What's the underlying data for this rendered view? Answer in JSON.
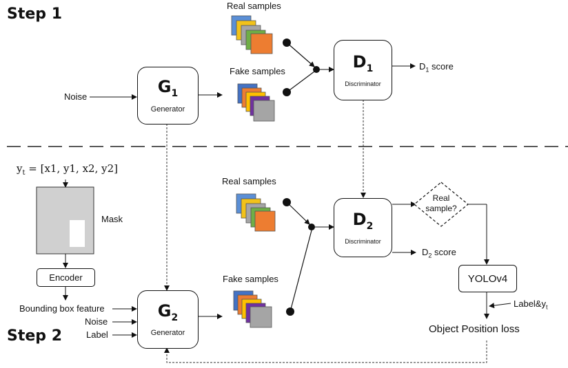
{
  "step1_label": "Step 1",
  "step2_label": "Step 2",
  "step1": {
    "noise_label": "Noise",
    "generator": {
      "letter": "G",
      "index": "1",
      "name": "Generator"
    },
    "real_samples_label": "Real samples",
    "fake_samples_label": "Fake samples",
    "discriminator": {
      "letter": "D",
      "index": "1",
      "name": "Discriminator"
    },
    "score_prefix": "D",
    "score_index": "1",
    "score_suffix": " score"
  },
  "step2": {
    "yt_formula": "y",
    "yt_sub": "t",
    "yt_rest": " = [x1, y1, x2, y2]",
    "mask_label": "Mask",
    "encoder_label": "Encoder",
    "bbox_feature_label": "Bounding box feature",
    "noise_label": "Noise",
    "label_label": "Label",
    "generator": {
      "letter": "G",
      "index": "2",
      "name": "Generator"
    },
    "real_samples_label": "Real samples",
    "fake_samples_label": "Fake samples",
    "discriminator": {
      "letter": "D",
      "index": "2",
      "name": "Discriminator"
    },
    "real_sample_question_1": "Real",
    "real_sample_question_2": "sample?",
    "score_prefix": "D",
    "score_index": "2",
    "score_suffix": " score",
    "yolo_label": "YOLOv4",
    "label_yt_prefix": "Label&y",
    "label_yt_sub": "t",
    "object_position_loss_label": "Object Position loss"
  },
  "colors": {
    "sample_stack": [
      "#5b8fd6",
      "#f2c21a",
      "#a5a5a5",
      "#6fae46",
      "#ed7d31"
    ],
    "fake_stack": [
      "#4472c4",
      "#ed7d31",
      "#ffc000",
      "#7030a0",
      "#a5a5a5"
    ],
    "mask_bg": "#d0d0d0",
    "mask_box": "#ffffff"
  }
}
